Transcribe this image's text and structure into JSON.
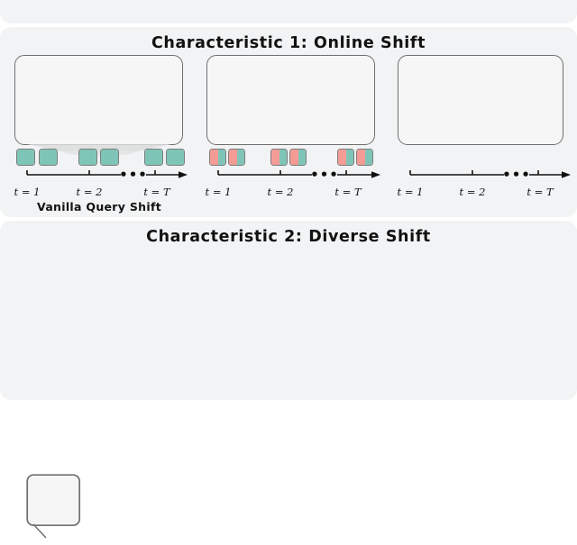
{
  "figure": {
    "background": "#ffffff",
    "panel_bg": "#f2f3f4",
    "accent_teal": "#7ec5b8",
    "accent_pink": "#f59b96",
    "outline": "#6f6f6f"
  },
  "panels": [
    {
      "id": "char1",
      "title": "Characteristic 1: Online Shift",
      "groups": [
        {
          "id": "group-1",
          "caption": "Vanilla Query Shift",
          "token_style": "solid-teal",
          "steps": [
            {
              "label_t": "t",
              "label_eq": "=",
              "label_v": "1",
              "tick": "t = 1"
            },
            {
              "label_t": "t",
              "label_eq": "=",
              "label_v": "2",
              "tick": "t = 2"
            },
            {
              "label_t": "t",
              "label_eq": "=",
              "label_v": "T",
              "tick": "t = T"
            }
          ],
          "ellipsis": "•••"
        },
        {
          "id": "group-2",
          "caption": "",
          "token_style": "split-pink-teal",
          "steps": [
            {
              "tick": "t = 1"
            },
            {
              "tick": "t = 2"
            },
            {
              "tick": "t = T"
            }
          ],
          "ellipsis": "•••"
        },
        {
          "id": "group-3",
          "caption": "",
          "token_style": "none",
          "steps": [
            {
              "tick": "t = 1"
            },
            {
              "tick": "t = 2"
            },
            {
              "tick": "t = T"
            }
          ],
          "ellipsis": "•••"
        }
      ]
    },
    {
      "id": "char2",
      "title": "Characteristic 2: Diverse Shift",
      "groups": []
    }
  ],
  "tick_labels": {
    "t1": "t = 1",
    "t2": "t = 2",
    "tT": "t = T"
  },
  "captions": {
    "vanilla_query_shift": "Vanilla Query Shift"
  },
  "titles": {
    "char1": "Characteristic 1: Online Shift",
    "char2": "Characteristic 2: Diverse Shift"
  },
  "ellipsis": "•••"
}
